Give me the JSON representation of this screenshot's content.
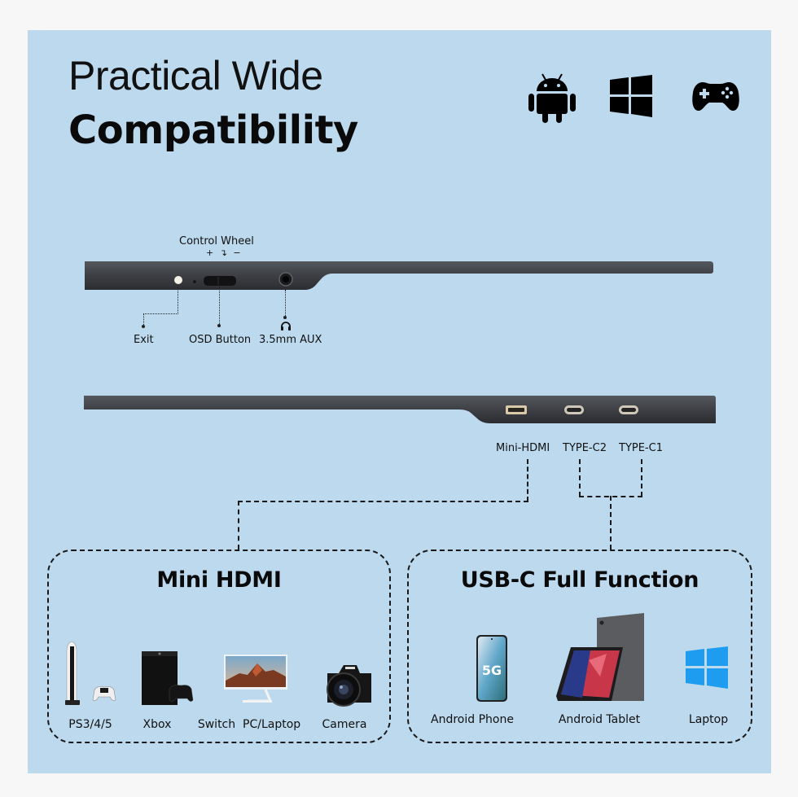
{
  "title": {
    "line1": "Practical Wide",
    "line2": "Compatibility"
  },
  "os_icons": [
    {
      "name": "android-icon"
    },
    {
      "name": "windows-icon"
    },
    {
      "name": "gamepad-icon"
    }
  ],
  "top_view": {
    "control_wheel_label": "Control Wheel",
    "control_wheel_symbols": "+ ↴ −",
    "exit_label": "Exit",
    "osd_label": "OSD Button",
    "aux_label": "3.5mm AUX"
  },
  "side_view": {
    "ports": [
      {
        "label": "Mini-HDMI"
      },
      {
        "label": "TYPE-C2"
      },
      {
        "label": "TYPE-C1"
      }
    ]
  },
  "groups": {
    "mini_hdmi": {
      "title": "Mini HDMI",
      "devices": [
        {
          "label": "PS3/4/5"
        },
        {
          "label": "Xbox"
        },
        {
          "label": "Switch  PC/Laptop"
        },
        {
          "label": "Camera"
        }
      ]
    },
    "usb_c": {
      "title": "USB-C Full Function",
      "devices": [
        {
          "label": "Android Phone"
        },
        {
          "label": "Android Tablet"
        },
        {
          "label": "Laptop"
        }
      ]
    }
  },
  "colors": {
    "panel_bg": "#bcd9ee",
    "page_bg": "#f7f7f7",
    "device_body": "#3b3d42",
    "windows_blue": "#1e9df0"
  }
}
